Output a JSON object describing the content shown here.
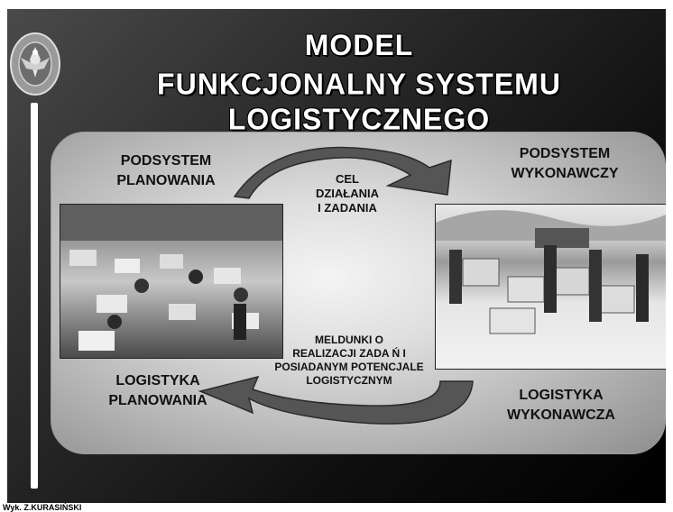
{
  "title": {
    "line1": "MODEL",
    "line2": "FUNKCJONALNY SYSTEMU LOGISTYCZNEGO"
  },
  "diagram": {
    "top_left": [
      "PODSYSTEM",
      "PLANOWANIA"
    ],
    "top_right": [
      "PODSYSTEM",
      "WYKONAWCZY"
    ],
    "center_top": [
      "CEL",
      "DZIAŁANIA",
      "I ZADANIA"
    ],
    "center_bottom": [
      "MELDUNKI O",
      "REALIZACJI ZADA Ń I",
      "POSIADANYM POTENCJALE",
      "LOGISTYCZNYM"
    ],
    "bottom_left": [
      "LOGISTYKA",
      "PLANOWANIA"
    ],
    "bottom_right": [
      "LOGISTYKA",
      "WYKONAWCZA"
    ]
  },
  "footer": "Wyk. Z.KURASIŃSKI",
  "icons": {
    "emblem": "military-eagle-emblem-icon"
  },
  "colors": {
    "background": "#000000",
    "panel": "#cfcfcf",
    "arrow": "#5a5a5a"
  }
}
